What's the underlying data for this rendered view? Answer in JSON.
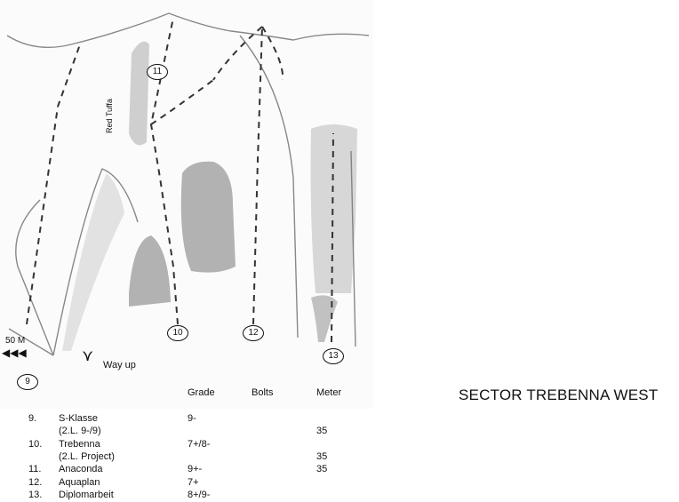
{
  "title": "SECTOR TREBENNA WEST",
  "labels": {
    "red_tuffa": "Red Tuffa",
    "scale": "50 M",
    "way_up": "Way up"
  },
  "route_markers": [
    "9",
    "10",
    "11",
    "12",
    "13"
  ],
  "table": {
    "headers": {
      "grade": "Grade",
      "bolts": "Bolts",
      "meter": "Meter"
    },
    "rows": [
      {
        "num": "9.",
        "name": "S-Klasse",
        "grade": "9-",
        "bolts": "",
        "meter": ""
      },
      {
        "num": "",
        "name": "(2.L. 9-/9)",
        "grade": "",
        "bolts": "",
        "meter": "35"
      },
      {
        "num": "10.",
        "name": "Trebenna",
        "grade": "7+/8-",
        "bolts": "",
        "meter": ""
      },
      {
        "num": "",
        "name": "(2.L. Project)",
        "grade": "",
        "bolts": "",
        "meter": "35"
      },
      {
        "num": "11.",
        "name": "Anaconda",
        "grade": "9+-",
        "bolts": "",
        "meter": "35"
      },
      {
        "num": "12.",
        "name": "Aquaplan",
        "grade": "7+",
        "bolts": "",
        "meter": ""
      },
      {
        "num": "13.",
        "name": "Diplomarbeit",
        "grade": "8+/9-",
        "bolts": "",
        "meter": ""
      }
    ]
  }
}
